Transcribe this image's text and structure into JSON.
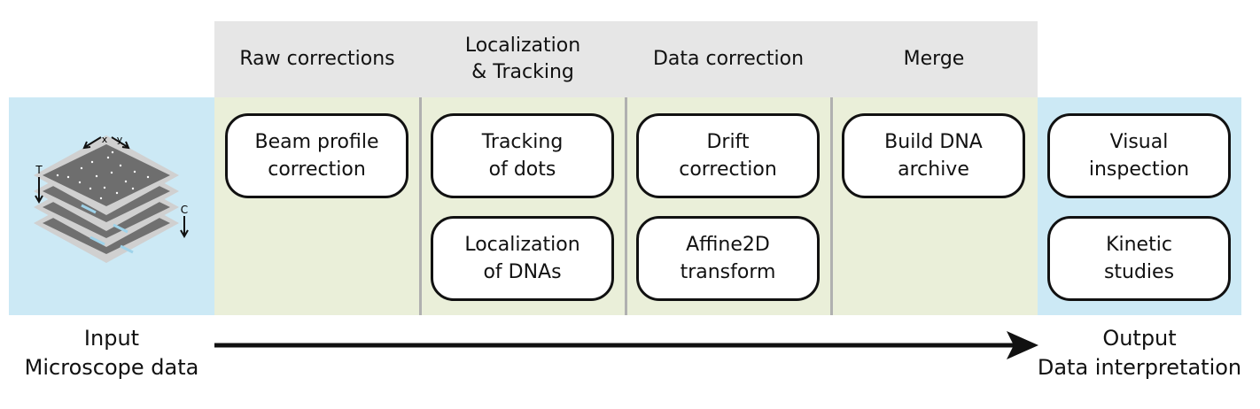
{
  "columns": [
    {
      "title": "Raw corrections",
      "boxes": [
        "Beam profile\ncorrection"
      ]
    },
    {
      "title": "Localization\n& Tracking",
      "boxes": [
        "Tracking\nof dots",
        "Localization\nof DNAs"
      ]
    },
    {
      "title": "Data correction",
      "boxes": [
        "Drift\ncorrection",
        "Affine2D\ntransform"
      ]
    },
    {
      "title": "Merge",
      "boxes": [
        "Build DNA\narchive"
      ]
    }
  ],
  "output_boxes": [
    "Visual\ninspection",
    "Kinetic\nstudies"
  ],
  "input": {
    "line1": "Input",
    "line2": "Microscope data"
  },
  "output": {
    "line1": "Output",
    "line2": "Data interpretation"
  },
  "stack_labels": {
    "x": "x",
    "y": "y",
    "t": "T",
    "c": "C"
  },
  "colors": {
    "header": "#e6e6e6",
    "blue_band": "#cce9f5",
    "green_band": "#eaefd9",
    "divider": "#b0b0b0"
  }
}
